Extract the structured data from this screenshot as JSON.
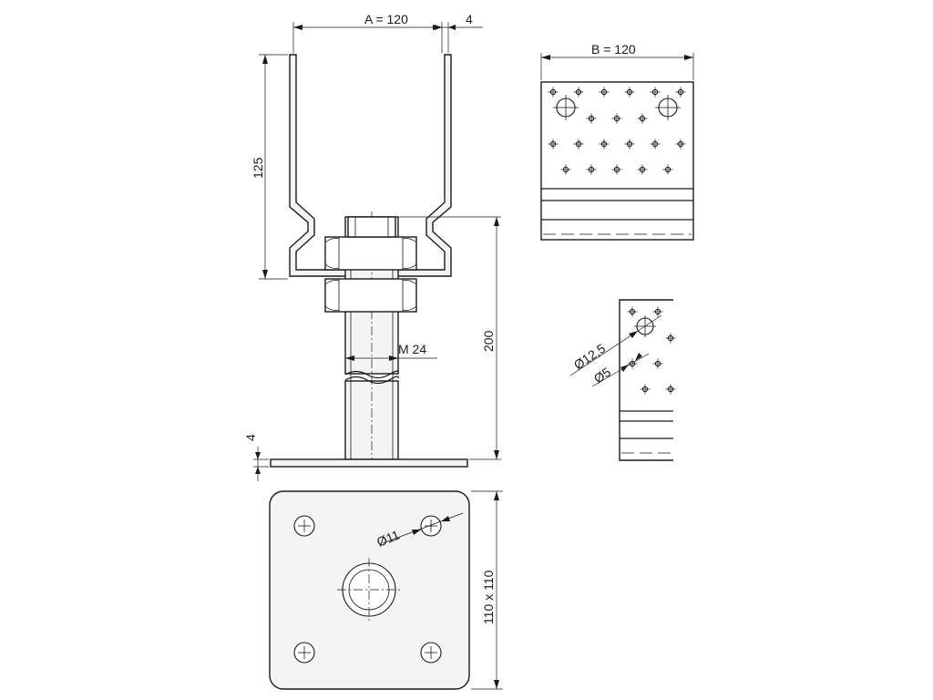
{
  "dimensions": {
    "width_a": "A = 120",
    "wall": "4",
    "width_b": "B = 120",
    "fork_height": "125",
    "total_height": "200",
    "thread": "M 24",
    "plate_thickness": "4",
    "plate_size": "110 x 110",
    "plate_hole": "Ø11",
    "big_hole": "Ø12,5",
    "small_hole": "Ø5"
  }
}
